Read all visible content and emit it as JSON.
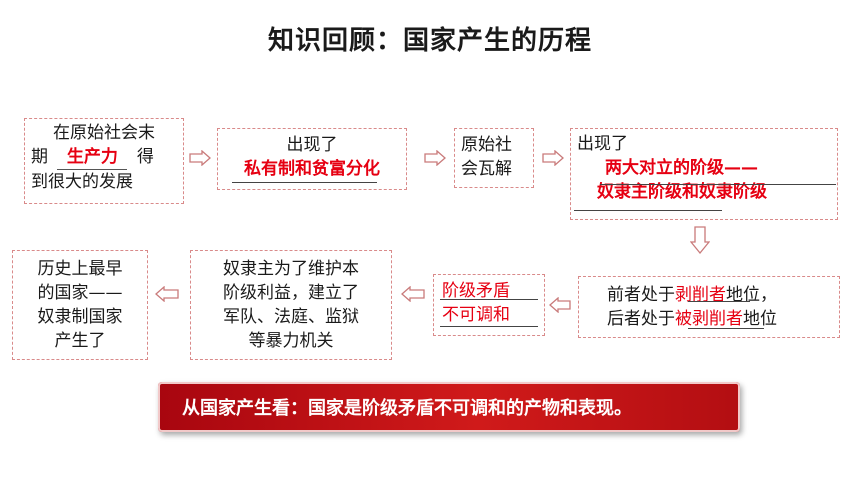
{
  "title": "知识回顾：国家产生的历程",
  "box1": {
    "pre": "在原始社会末",
    "pre2": "期",
    "fill": "生产力",
    "post": "得",
    "line3": "到很大的发展"
  },
  "box2": {
    "line1": "出现了",
    "fill": "私有制和贫富分化"
  },
  "box3": {
    "line1": "原始社",
    "line2": "会瓦解"
  },
  "box4": {
    "line1": "出现了",
    "fill1": "两大对立的阶级——",
    "fill2": "奴隶主阶级和奴隶阶级"
  },
  "box5": {
    "pre1": "前者处于",
    "fill1": "剥削者",
    "post1": "地位，",
    "pre2": "后者处于",
    "fill2": "被剥削者",
    "post2": "地位"
  },
  "box6": {
    "fill1": "阶级矛盾",
    "fill2": "不可调和"
  },
  "box7": {
    "line1": "奴隶主为了维护本",
    "line2": "阶级利益，建立了",
    "line3": "军队、法庭、监狱",
    "line4": "等暴力机关"
  },
  "box8": {
    "line1": "历史上最早",
    "line2": "的国家——",
    "line3": "奴隶制国家",
    "line4": "产生了"
  },
  "banner": "从国家产生看：国家是阶级矛盾不可调和的产物和表现。",
  "colors": {
    "accent": "#e60012",
    "banner": "#c8141a",
    "border": "#d98a8a"
  }
}
